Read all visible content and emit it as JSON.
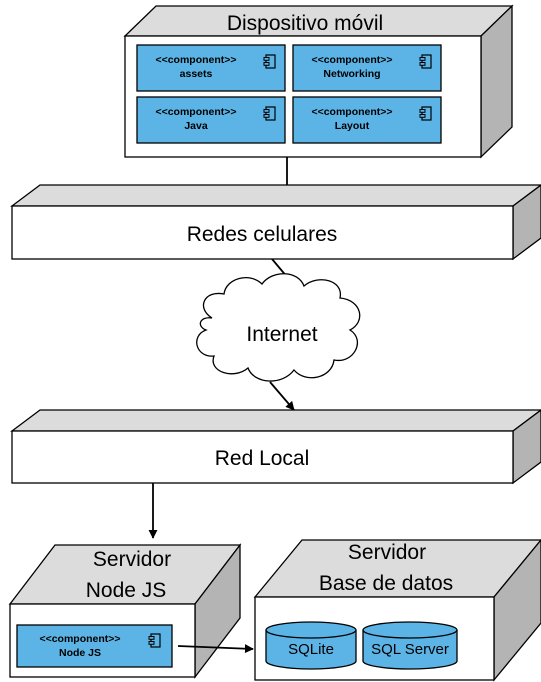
{
  "colors": {
    "component_fill": "#5bb4e5",
    "node_face": "#ffffff",
    "node_side": "#b4b4b4",
    "node_top": "#dcdcdc",
    "stroke": "#000000"
  },
  "stereotype": "<<component>>",
  "mobile": {
    "title": "Dispositivo móvil",
    "components": [
      "assets",
      "Networking",
      "Java",
      "Layout"
    ]
  },
  "cellular": {
    "label": "Redes celulares"
  },
  "internet": {
    "label": "Internet"
  },
  "local": {
    "label": "Red Local"
  },
  "node_server": {
    "title_line1": "Servidor",
    "title_line2": "Node JS",
    "component": "Node JS"
  },
  "db_server": {
    "title_line1": "Servidor",
    "title_line2": "Base de datos",
    "databases": [
      "SQLite",
      "SQL Server"
    ]
  }
}
